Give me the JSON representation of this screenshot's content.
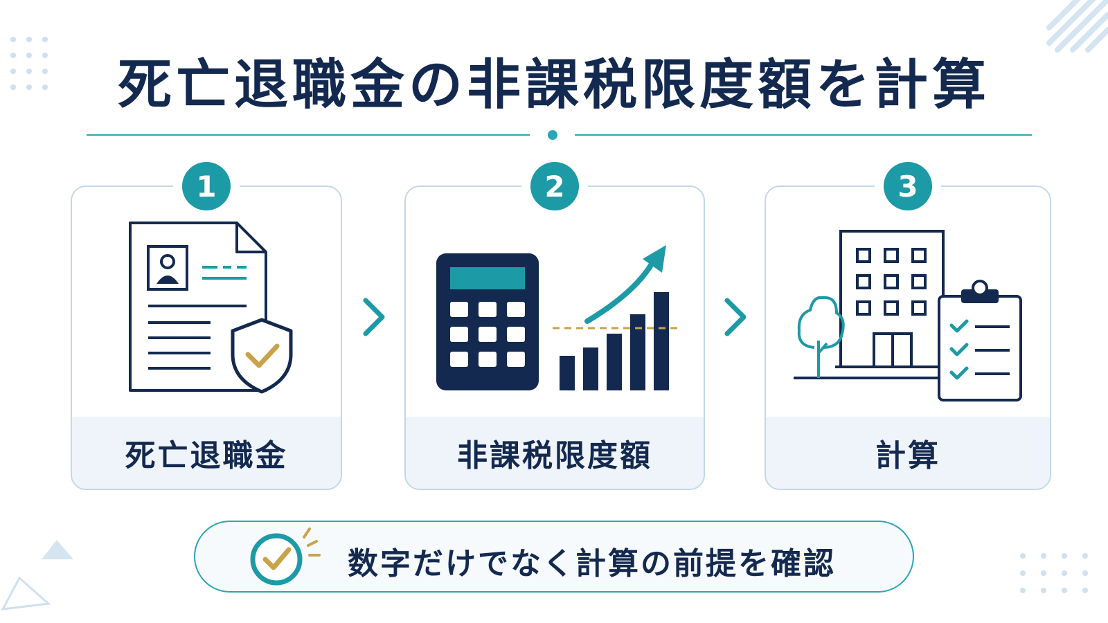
{
  "title": "死亡退職金の非課税限度額を計算",
  "steps": [
    {
      "number": "1",
      "label": "死亡退職金",
      "icon": "document-shield-icon"
    },
    {
      "number": "2",
      "label": "非課税限度額",
      "icon": "calculator-chart-icon"
    },
    {
      "number": "3",
      "label": "計算",
      "icon": "building-clipboard-icon"
    }
  ],
  "note": {
    "text": "数字だけでなく計算の前提を確認",
    "icon": "check-circle-icon"
  },
  "colors": {
    "navy": "#14294f",
    "teal": "#1c9aa6",
    "gold": "#c9a24a",
    "card_border": "#c3d7e7",
    "label_bg": "#eef4fa"
  }
}
